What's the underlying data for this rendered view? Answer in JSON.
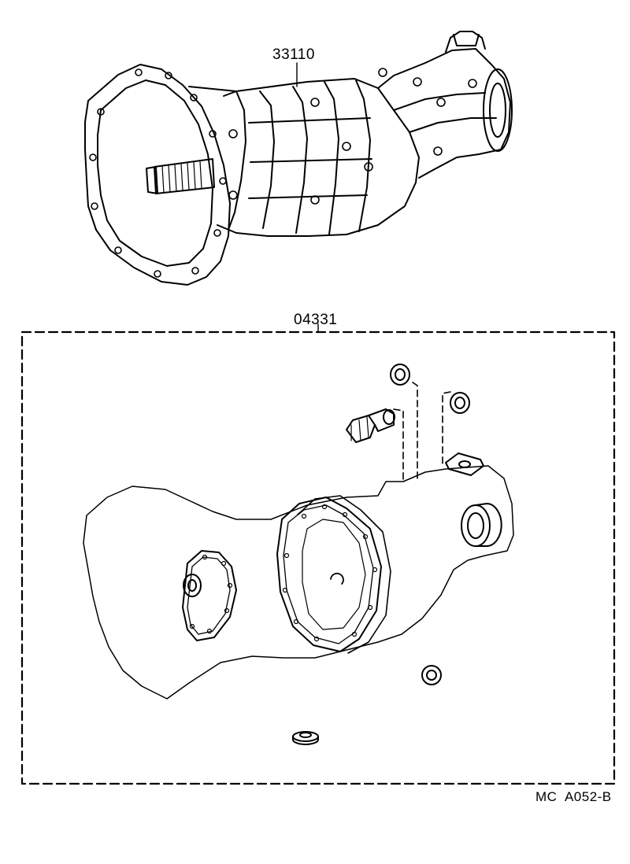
{
  "parts": {
    "transmission_assembly": {
      "number": "33110"
    },
    "gasket_kit": {
      "number": "04331"
    }
  },
  "figure_code": "MC  A052-B",
  "colors": {
    "line": "#000000",
    "background": "#ffffff"
  }
}
